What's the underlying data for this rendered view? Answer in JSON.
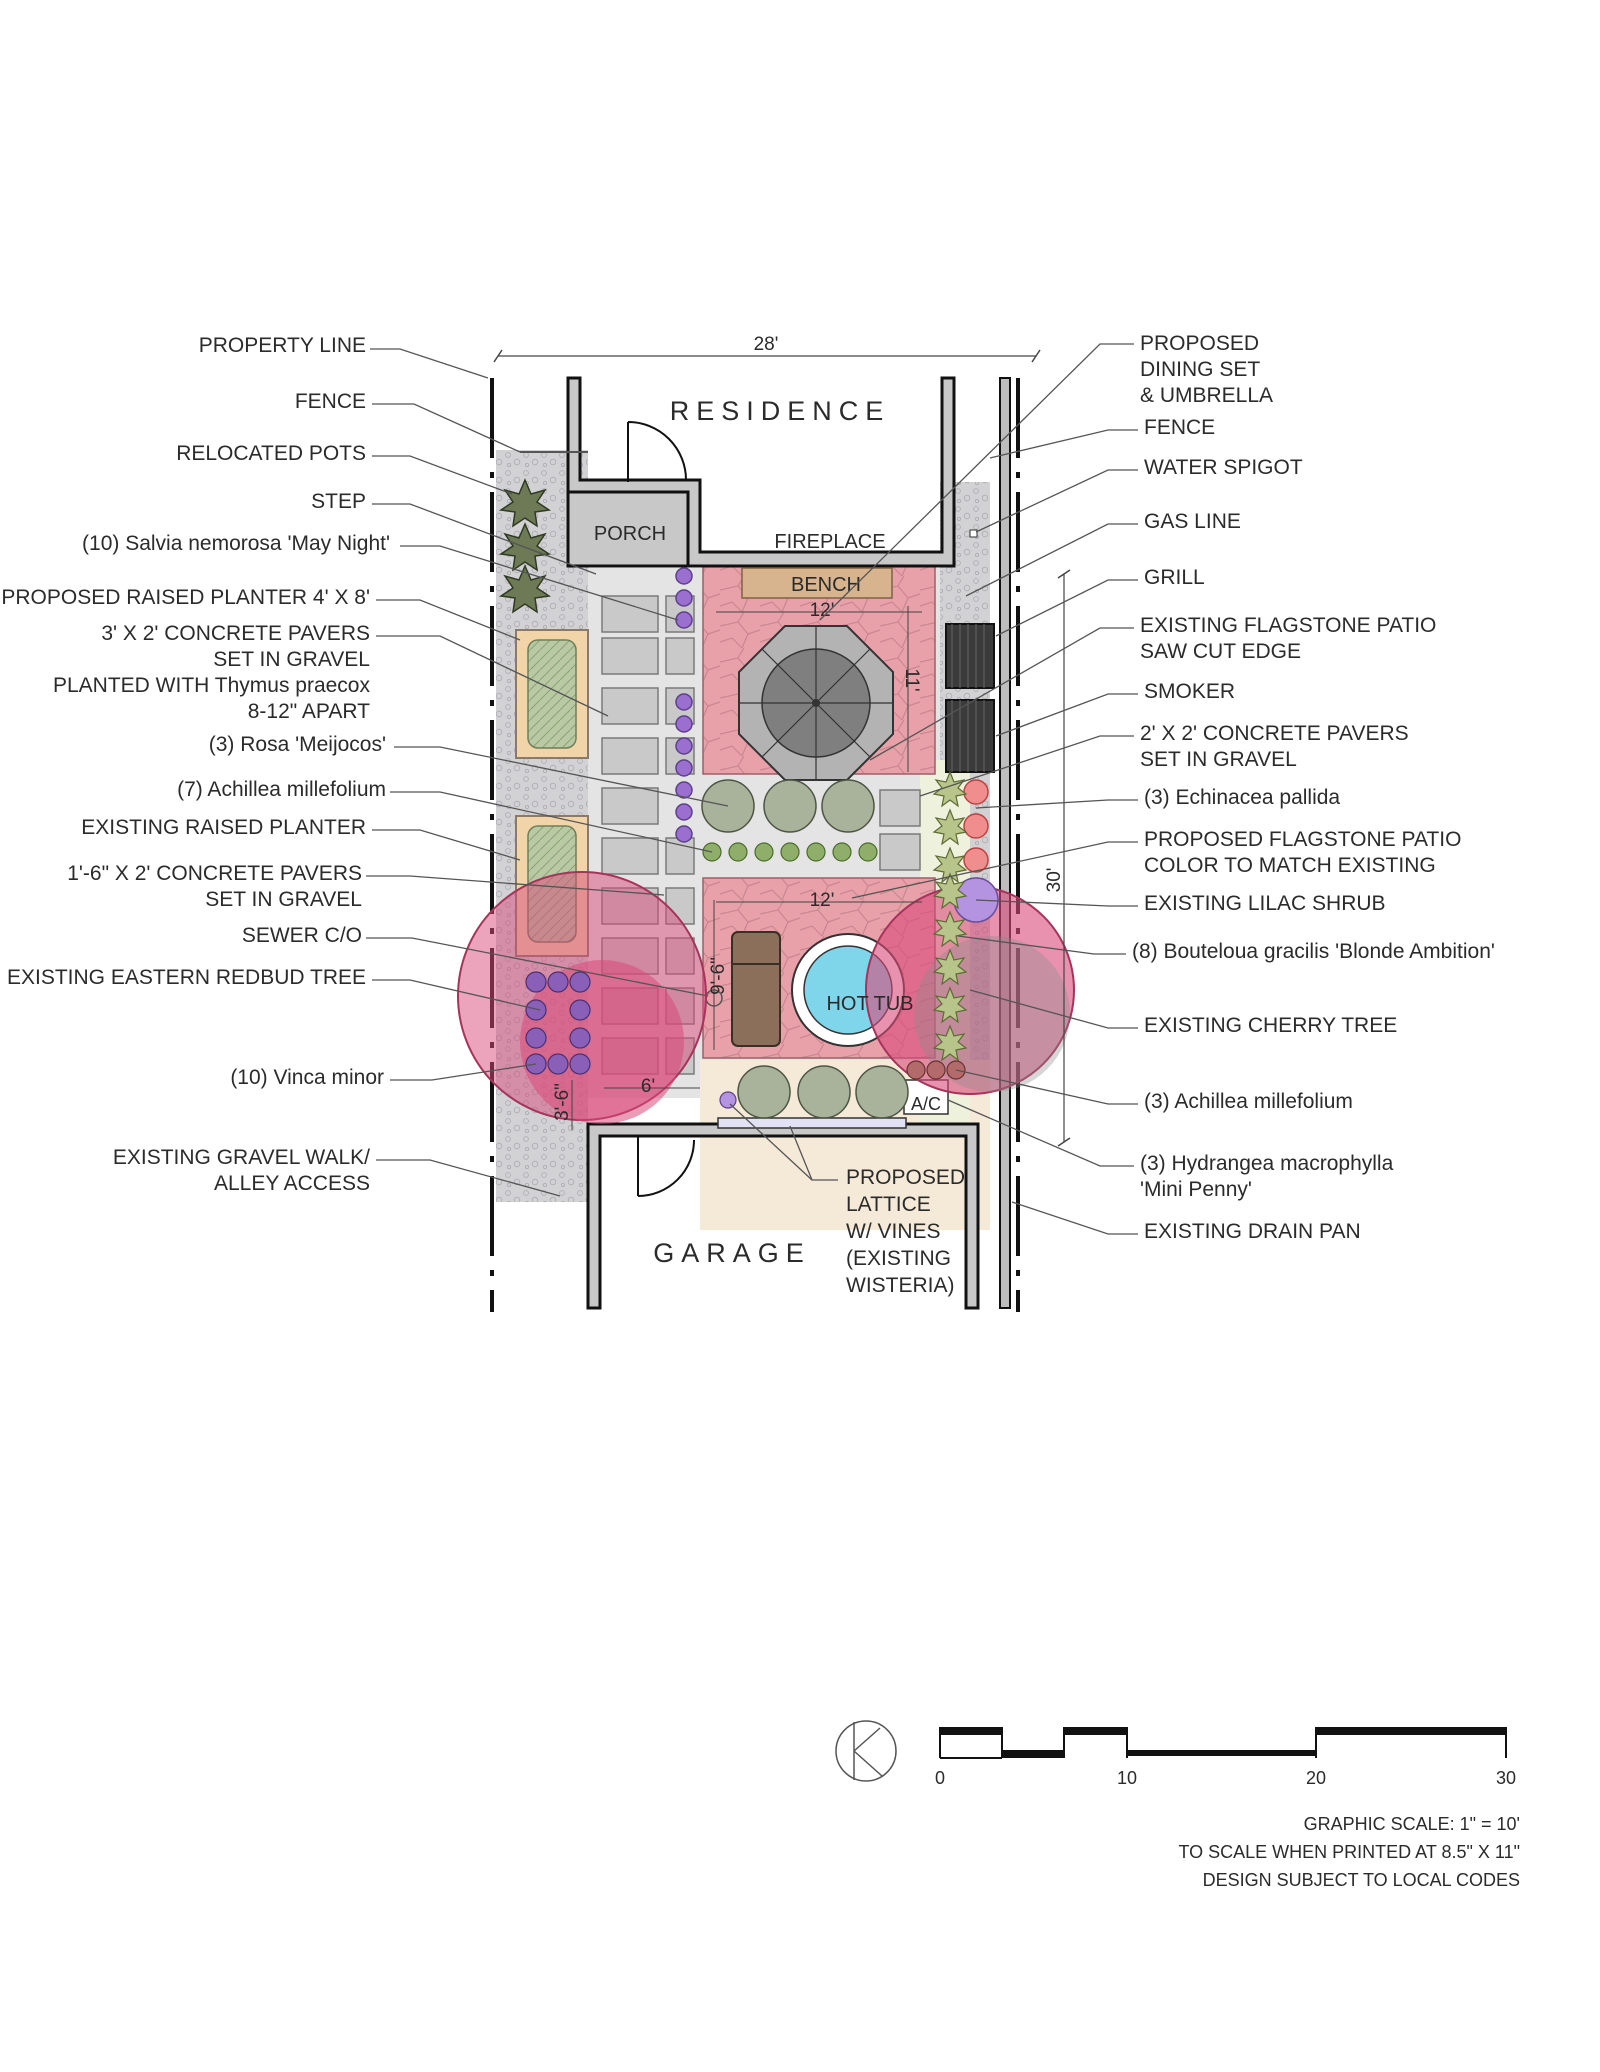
{
  "structures": {
    "residence": "RESIDENCE",
    "garage": "GARAGE",
    "porch": "PORCH",
    "fireplace": "FIREPLACE",
    "bench": "BENCH",
    "hot_tub": "HOT TUB",
    "ac": "A/C"
  },
  "dimensions": {
    "width_total": "28'",
    "depth_total": "30'",
    "upper_patio_width": "12'",
    "upper_patio_depth": "11'",
    "lower_patio_width": "12'",
    "lower_patio_depth": "9'-6\"",
    "walk_width": "6'",
    "walk_depth": "3'-6\""
  },
  "labels_left": [
    "PROPERTY LINE",
    "FENCE",
    "RELOCATED POTS",
    "STEP",
    "(10) Salvia nemorosa 'May Night'",
    "PROPOSED RAISED PLANTER 4' X 8'",
    "3' X 2' CONCRETE PAVERS",
    "SET IN GRAVEL",
    "PLANTED WITH Thymus praecox",
    "8-12\" APART",
    "(3) Rosa 'Meijocos'",
    "(7) Achillea millefolium",
    "EXISTING RAISED PLANTER",
    "1'-6\" X 2' CONCRETE PAVERS",
    "SET IN GRAVEL",
    "SEWER C/O",
    "EXISTING EASTERN REDBUD TREE",
    "(10) Vinca minor",
    "EXISTING GRAVEL WALK/",
    "ALLEY ACCESS"
  ],
  "labels_right": [
    "PROPOSED",
    "DINING SET",
    "& UMBRELLA",
    "FENCE",
    "WATER SPIGOT",
    "GAS LINE",
    "GRILL",
    "EXISTING FLAGSTONE PATIO",
    "SAW CUT EDGE",
    "SMOKER",
    "2' X 2' CONCRETE PAVERS",
    "SET IN GRAVEL",
    "(3) Echinacea pallida",
    "PROPOSED FLAGSTONE PATIO",
    "COLOR TO MATCH EXISTING",
    "EXISTING LILAC SHRUB",
    "(8) Bouteloua gracilis 'Blonde Ambition'",
    "EXISTING CHERRY TREE",
    "(3) Achillea millefolium",
    "(3) Hydrangea macrophylla",
    "'Mini Penny'",
    "EXISTING DRAIN PAN"
  ],
  "labels_bottom": [
    "PROPOSED",
    "LATTICE",
    "W/ VINES",
    "(EXISTING",
    "WISTERIA)"
  ],
  "scale_bar": {
    "ticks": [
      "0",
      "10",
      "20",
      "30"
    ],
    "notes": [
      "GRAPHIC SCALE: 1\" = 10'",
      "TO SCALE WHEN PRINTED AT 8.5\" X 11\"",
      "DESIGN SUBJECT TO LOCAL CODES"
    ]
  },
  "colors": {
    "flagstone": "#e7a0a8",
    "gravel": "#d3d3d6",
    "paver": "#c9c9c9",
    "redbud": "#d8497a",
    "salvia": "#9b6fd0",
    "hot_tub": "#7fd6ea",
    "wall": "#c8c8c8"
  }
}
